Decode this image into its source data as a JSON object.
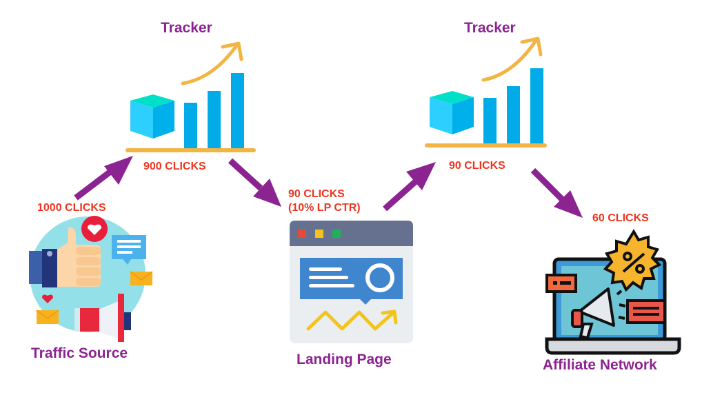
{
  "nodes": {
    "tracker1": {
      "title": "Tracker",
      "clicks": "900 CLICKS"
    },
    "tracker2": {
      "title": "Tracker",
      "clicks": "90 CLICKS"
    },
    "traffic_source": {
      "title": "Traffic Source",
      "clicks": "1000 CLICKS"
    },
    "landing_page": {
      "title": "Landing Page",
      "clicks_line1": "90 CLICKS",
      "clicks_line2": "(10% LP CTR)"
    },
    "affiliate_network": {
      "title": "Affiliate Network",
      "clicks": "60 CLICKS"
    }
  },
  "colors": {
    "label": "#8b2391",
    "clicks": "#ee3420",
    "arrow": "#8b2391"
  },
  "icons": {
    "tracker": "bar-chart-growth-icon",
    "traffic_source": "social-marketing-icon",
    "landing_page": "browser-window-icon",
    "affiliate_network": "laptop-megaphone-discount-icon"
  }
}
